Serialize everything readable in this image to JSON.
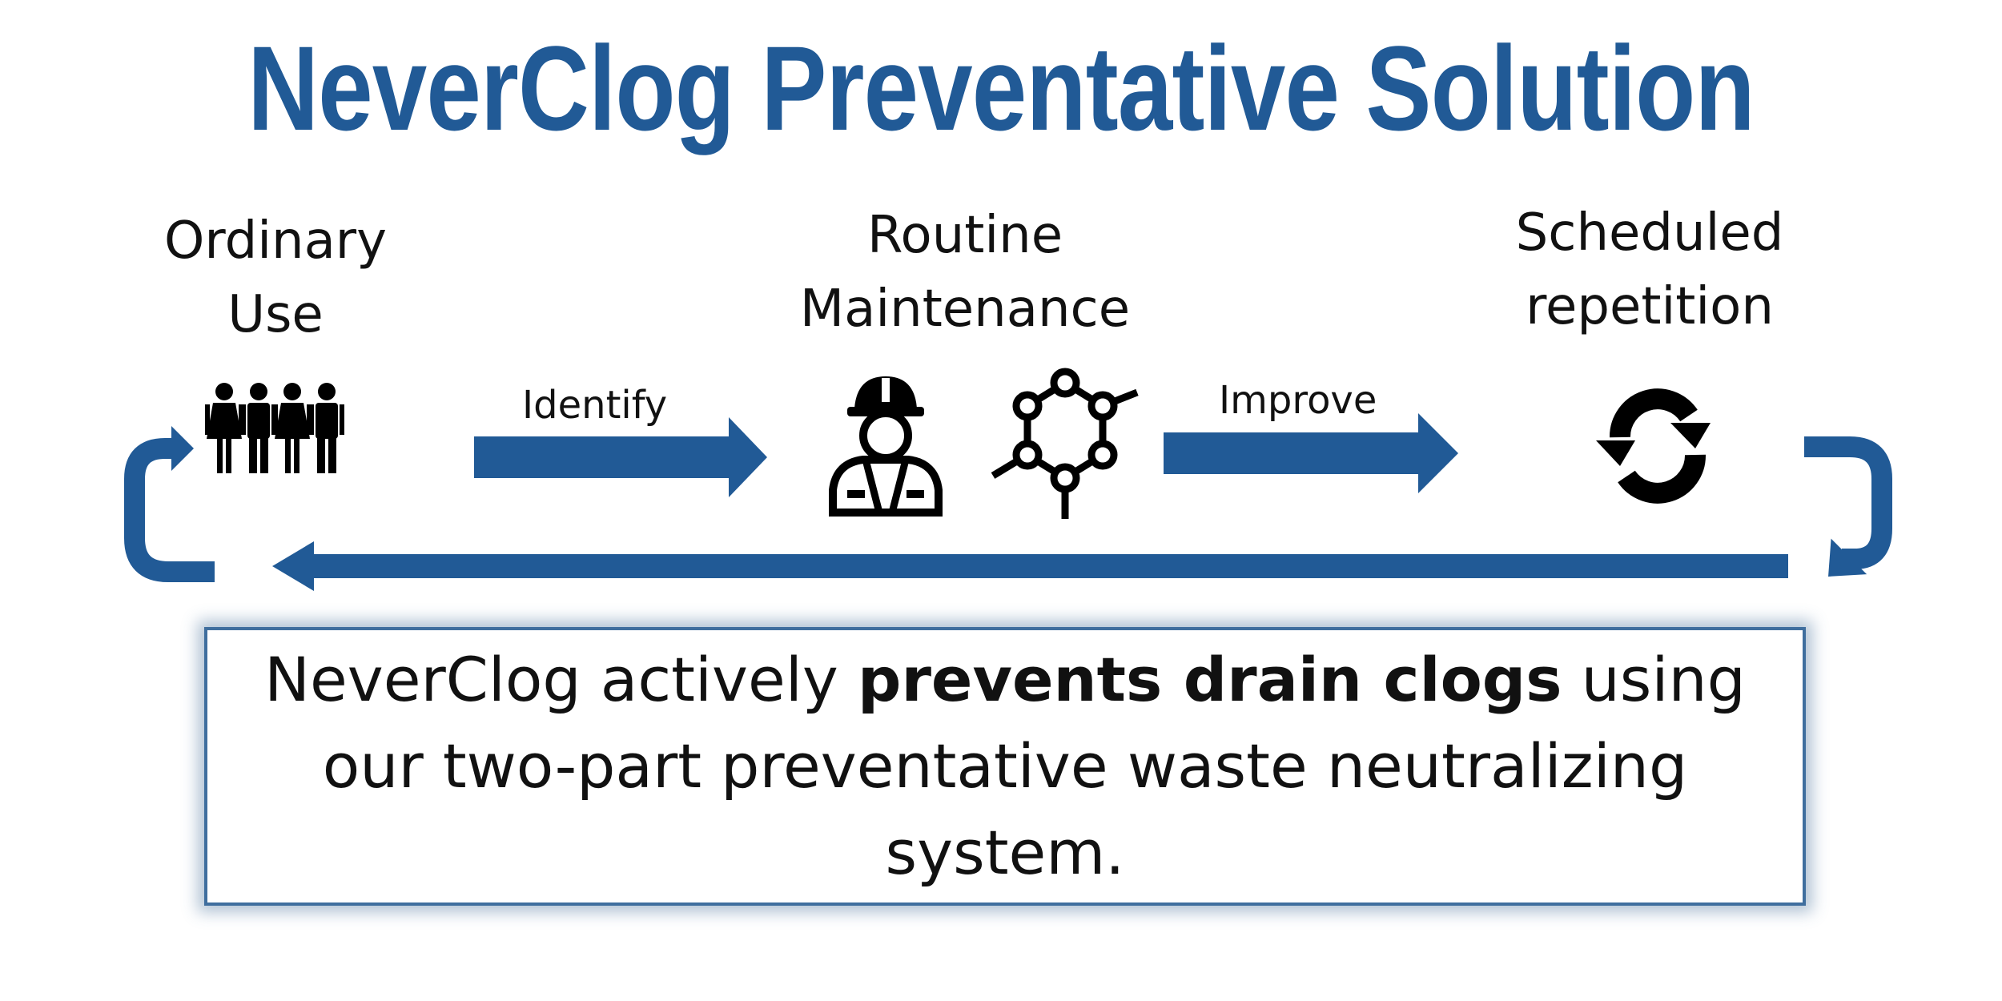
{
  "title": "NeverClog Preventative Solution",
  "stages": {
    "ordinary": {
      "line1": "Ordinary",
      "line2": "Use"
    },
    "routine": {
      "line1": "Routine",
      "line2": "Maintenance"
    },
    "scheduled": {
      "line1": "Scheduled",
      "line2": "repetition"
    }
  },
  "steps": {
    "identify": "Identify",
    "improve": "Improve"
  },
  "message": {
    "part1": "NeverClog actively ",
    "bold": "prevents drain clogs",
    "part2": " using our two-part preventative waste neutralizing system."
  },
  "icons": {
    "people": "people-group-icon",
    "worker": "construction-worker-icon",
    "molecule": "molecule-icon",
    "cycle": "refresh-cycle-icon"
  },
  "colors": {
    "accent": "#215a96",
    "text": "#111111",
    "box_border": "#3f6e9e"
  }
}
